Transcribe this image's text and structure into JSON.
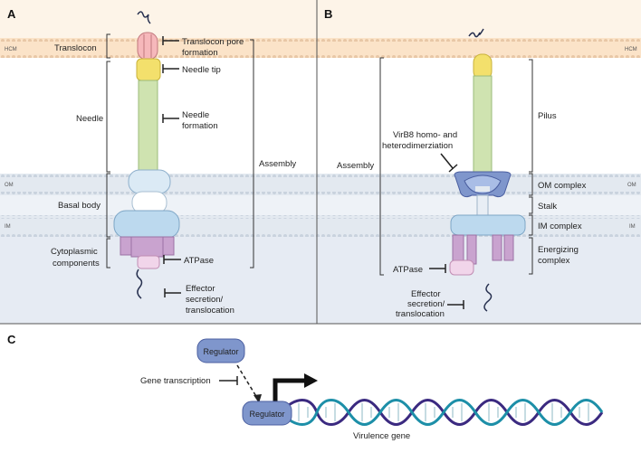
{
  "colors": {
    "hcm_band": "#fbd9b8",
    "membrane": "#dde6ef",
    "cytoplasm": "#e6ebf3",
    "top_bg": "#fdf4e8",
    "needle": "#cfe3b0",
    "tip": "#f3e06c",
    "translocon": "#f6b8bb",
    "basal": "#bcd9ee",
    "atpase": "#c9a3cf",
    "regulator": "#7f96cc",
    "dna_dark": "#3b2a80",
    "dna_light": "#1d8fa8"
  },
  "panel_a": {
    "letter": "A",
    "hcm": "HCM",
    "om": "OM",
    "im": "IM",
    "labels": {
      "translocon": "Translocon",
      "needle": "Needle",
      "basal_body": "Basal body",
      "cytoplasmic_1": "Cytoplasmic",
      "cytoplasmic_2": "components",
      "translocon_pore_1": "Translocon pore",
      "translocon_pore_2": "formation",
      "needle_tip": "Needle tip",
      "needle_formation_1": "Needle",
      "needle_formation_2": "formation",
      "atpase": "ATPase",
      "effector_1": "Effector",
      "effector_2": "secretion/",
      "effector_3": "translocation",
      "assembly": "Assembly"
    }
  },
  "panel_b": {
    "letter": "B",
    "hcm": "HCM",
    "om": "OM",
    "im": "IM",
    "labels": {
      "assembly": "Assembly",
      "virb8_1": "VirB8 homo- and",
      "virb8_2": "heterodimerziation",
      "atpase": "ATPase",
      "effector_1": "Effector",
      "effector_2": "secretion/",
      "effector_3": "translocation",
      "pilus": "Pilus",
      "om_complex": "OM complex",
      "stalk": "Stalk",
      "im_complex": "IM complex",
      "energizing_1": "Energizing",
      "energizing_2": "complex"
    }
  },
  "panel_c": {
    "letter": "C",
    "regulator_top": "Regulator",
    "regulator_bottom": "Regulator",
    "gene_transcription": "Gene transcription",
    "virulence_gene": "Virulence gene"
  }
}
